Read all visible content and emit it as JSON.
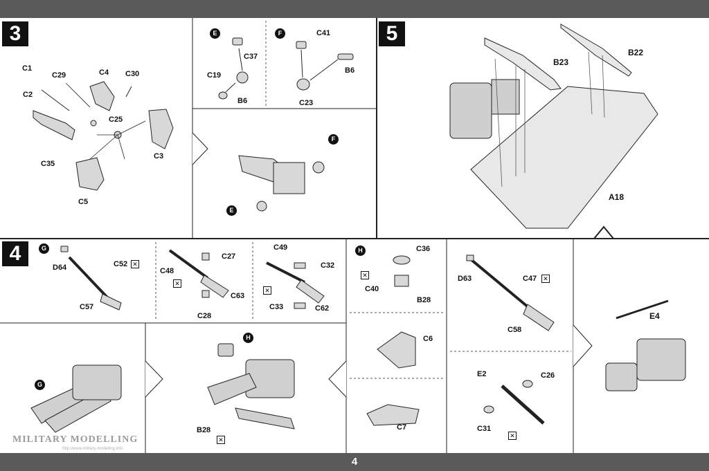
{
  "page": {
    "number": "4"
  },
  "steps": {
    "s3": "3",
    "s4": "4",
    "s5": "5"
  },
  "sub_markers": {
    "E": "E",
    "F": "F",
    "G": "G",
    "H": "H"
  },
  "step3_labels": {
    "c1": "C1",
    "c29": "C29",
    "c4": "C4",
    "c30": "C30",
    "c2": "C2",
    "c25": "C25",
    "c35": "C35",
    "c3": "C3",
    "c5": "C5"
  },
  "stepE_labels": {
    "c37": "C37",
    "c19": "C19",
    "b6": "B6"
  },
  "stepF_labels": {
    "c41": "C41",
    "b6": "B6",
    "c23": "C23"
  },
  "step5_labels": {
    "b23": "B23",
    "b22": "B22",
    "a18": "A18"
  },
  "stepG_labels": {
    "d64": "D64",
    "c52": "C52",
    "c57": "C57"
  },
  "sub2_labels": {
    "c27": "C27",
    "c48": "C48",
    "c63": "C63",
    "c28": "C28"
  },
  "sub3_labels": {
    "c49": "C49",
    "c32": "C32",
    "c33": "C33",
    "c62": "C62"
  },
  "stepH_labels": {
    "c36": "C36",
    "c40": "C40",
    "b28": "B28",
    "c6": "C6",
    "c7": "C7"
  },
  "sub5_labels": {
    "d63": "D63",
    "c47": "C47",
    "c58": "C58"
  },
  "sub6_labels": {
    "e2": "E2",
    "c26": "C26",
    "c31": "C31"
  },
  "assembly_labels": {
    "e4": "E4",
    "b28": "B28"
  },
  "watermark": {
    "text": "MILITARY MODELLING",
    "url": "http://www.military-modelling.info"
  },
  "colors": {
    "frame": "#5a5a5a",
    "ink": "#111111",
    "part_fill": "#d8d8d8"
  }
}
